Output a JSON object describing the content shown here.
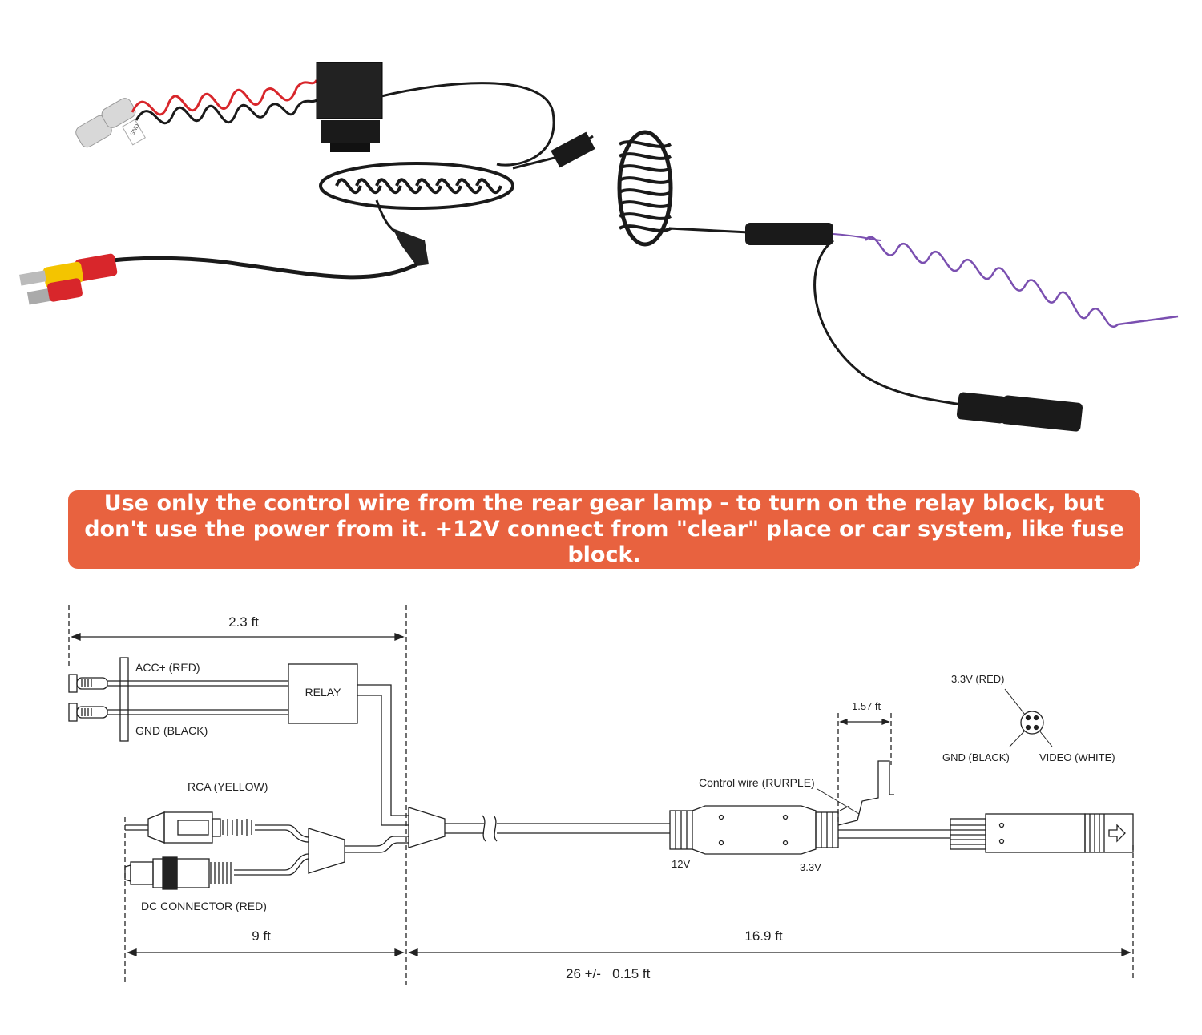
{
  "notice": {
    "text": "Use only the control wire from the rear gear lamp - to turn on the relay block, but don't use the power from it. +12V connect from \"clear\" place or car system, like fuse block.",
    "background_color": "#e8623f",
    "text_color": "#ffffff"
  },
  "photo": {
    "wire_colors": {
      "red": "#d8262b",
      "black": "#1a1a1a",
      "purple": "#7a4fb0",
      "yellow": "#f4c400"
    },
    "tag_text": "GND"
  },
  "diagram": {
    "dim_relay_length": "2.3 ft",
    "acc_label": "ACC+ (RED)",
    "gnd_label": "GND (BLACK)",
    "relay_label": "RELAY",
    "rca_label": "RCA (YELLOW)",
    "dc_label": "DC CONNECTOR (RED)",
    "dim_av_length": "9 ft",
    "dim_camera_length": "16.9 ft",
    "dim_total_length": "26 +/-   0.15 ft",
    "control_wire_label": "Control wire (RURPLE)",
    "dim_control_wire": "1.57 ft",
    "label_12v": "12V",
    "label_3v3": "3.3V",
    "pin_3v3_label": "3.3V (RED)",
    "pin_gnd_label": "GND (BLACK)",
    "pin_video_label": "VIDEO (WHITE)"
  }
}
